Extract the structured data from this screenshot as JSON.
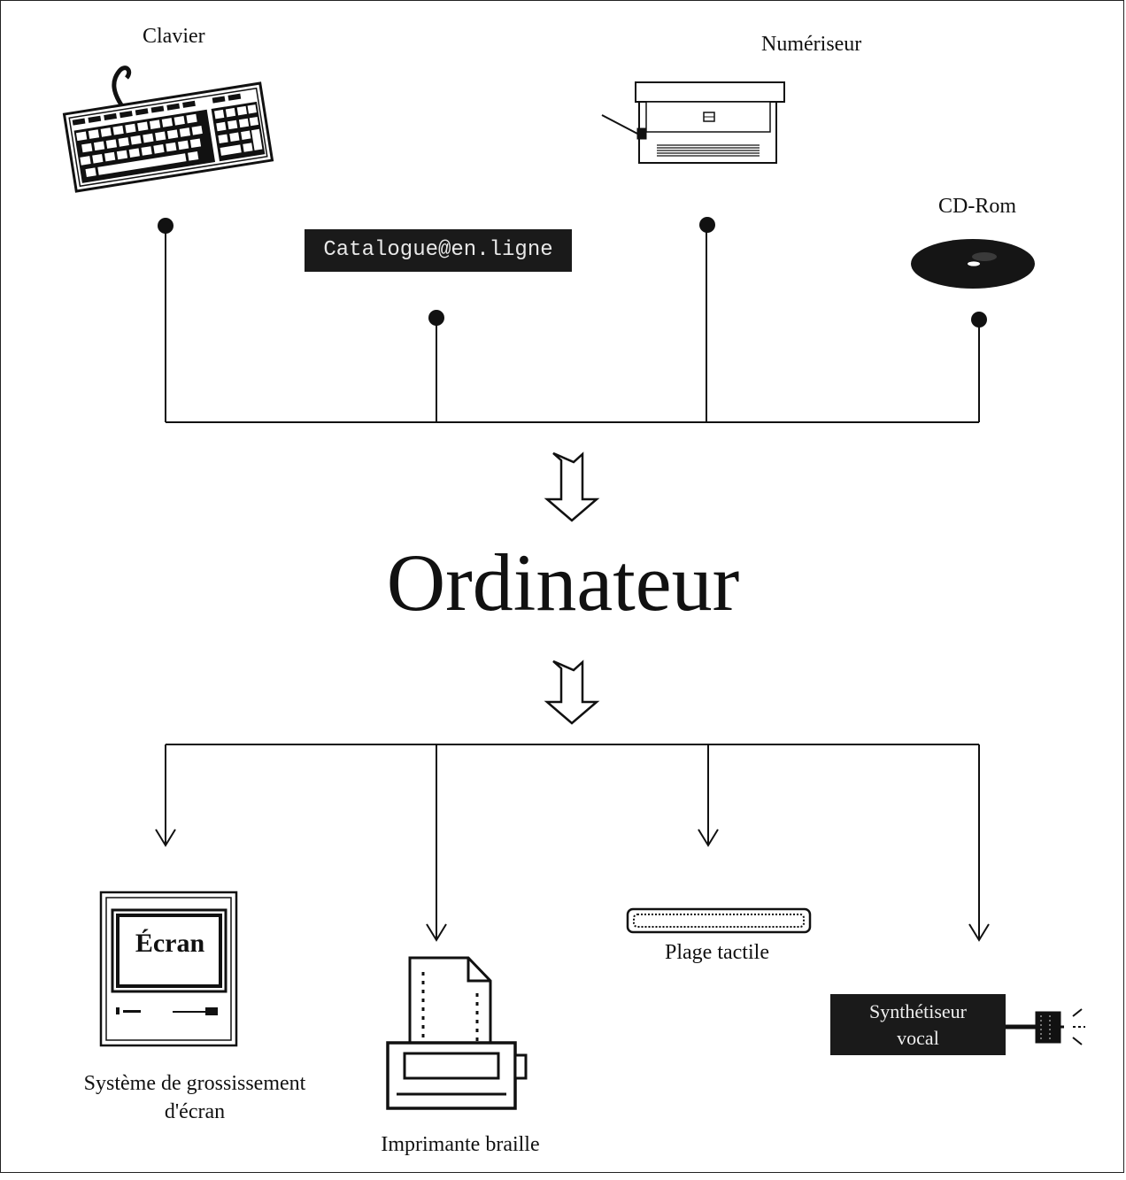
{
  "title": "Ordinateur",
  "inputs": {
    "keyboard": {
      "label": "Clavier",
      "icon": "keyboard-icon"
    },
    "catalog": {
      "label": "Catalogue@en.ligne"
    },
    "scanner": {
      "label": "Numériseur",
      "icon": "scanner-icon"
    },
    "cdrom": {
      "label": "CD-Rom",
      "icon": "cd-disc-icon"
    }
  },
  "outputs": {
    "magnifier": {
      "screen_text": "Écran",
      "label_line1": "Système de grossissement",
      "label_line2": "d'écran",
      "icon": "monitor-icon"
    },
    "braille_printer": {
      "label": "Imprimante braille",
      "icon": "printer-icon"
    },
    "tactile": {
      "label": "Plage tactile",
      "icon": "braille-display-icon"
    },
    "synth": {
      "line1": "Synthétiseur",
      "line2": "vocal",
      "icon": "speaker-icon"
    }
  },
  "colors": {
    "ink": "#111111",
    "dark_box": "#1a1a1a"
  }
}
